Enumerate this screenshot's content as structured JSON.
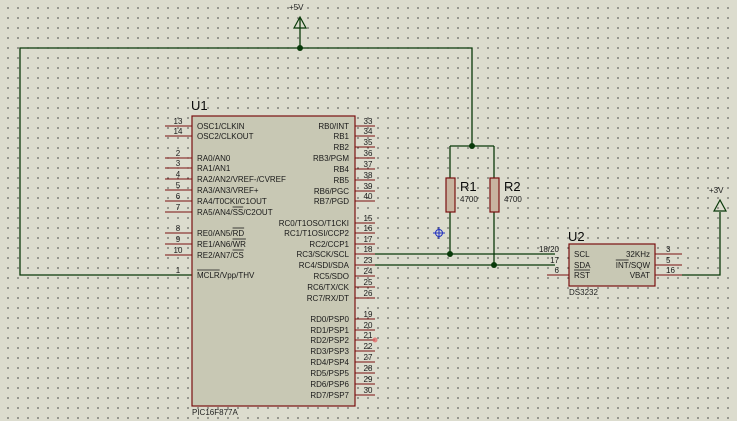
{
  "power": {
    "vcc5": "+5V",
    "vcc3": "+3V"
  },
  "u1": {
    "ref": "U1",
    "part": "PIC16F877A",
    "left_pins": [
      {
        "num": "13",
        "label": "OSC1/CLKIN"
      },
      {
        "num": "14",
        "label": "OSC2/CLKOUT"
      },
      {
        "num": "2",
        "label": "RA0/AN0"
      },
      {
        "num": "3",
        "label": "RA1/AN1"
      },
      {
        "num": "4",
        "label": "RA2/AN2/VREF-/CVREF"
      },
      {
        "num": "5",
        "label": "RA3/AN3/VREF+"
      },
      {
        "num": "6",
        "label": "RA4/T0CKI/C1OUT"
      },
      {
        "num": "7",
        "label": "RA5/AN4/SS/C2OUT"
      },
      {
        "num": "8",
        "label": "RE0/AN5/RD"
      },
      {
        "num": "9",
        "label": "RE1/AN6/WR"
      },
      {
        "num": "10",
        "label": "RE2/AN7/CS"
      },
      {
        "num": "1",
        "label": "MCLR/Vpp/THV"
      }
    ],
    "right_pins": [
      {
        "num": "33",
        "label": "RB0/INT"
      },
      {
        "num": "34",
        "label": "RB1"
      },
      {
        "num": "35",
        "label": "RB2"
      },
      {
        "num": "36",
        "label": "RB3/PGM"
      },
      {
        "num": "37",
        "label": "RB4"
      },
      {
        "num": "38",
        "label": "RB5"
      },
      {
        "num": "39",
        "label": "RB6/PGC"
      },
      {
        "num": "40",
        "label": "RB7/PGD"
      },
      {
        "num": "15",
        "label": "RC0/T1OSO/T1CKI"
      },
      {
        "num": "16",
        "label": "RC1/T1OSI/CCP2"
      },
      {
        "num": "17",
        "label": "RC2/CCP1"
      },
      {
        "num": "18",
        "label": "RC3/SCK/SCL"
      },
      {
        "num": "23",
        "label": "RC4/SDI/SDA"
      },
      {
        "num": "24",
        "label": "RC5/SDO"
      },
      {
        "num": "25",
        "label": "RC6/TX/CK"
      },
      {
        "num": "26",
        "label": "RC7/RX/DT"
      },
      {
        "num": "19",
        "label": "RD0/PSP0"
      },
      {
        "num": "20",
        "label": "RD1/PSP1"
      },
      {
        "num": "21",
        "label": "RD2/PSP2"
      },
      {
        "num": "22",
        "label": "RD3/PSP3"
      },
      {
        "num": "27",
        "label": "RD4/PSP4"
      },
      {
        "num": "28",
        "label": "RD5/PSP5"
      },
      {
        "num": "29",
        "label": "RD6/PSP6"
      },
      {
        "num": "30",
        "label": "RD7/PSP7"
      }
    ]
  },
  "u2": {
    "ref": "U2",
    "part": "DS3232",
    "left_pins": [
      {
        "num": "18/20",
        "label": "SCL"
      },
      {
        "num": "17",
        "label": "SDA"
      },
      {
        "num": "6",
        "label": "RST"
      }
    ],
    "right_pins": [
      {
        "num": "3",
        "label": "32KHz"
      },
      {
        "num": "5",
        "label": "INT/SQW"
      },
      {
        "num": "16",
        "label": "VBAT"
      }
    ]
  },
  "r1": {
    "ref": "R1",
    "value": "4700"
  },
  "r2": {
    "ref": "R2",
    "value": "4700"
  }
}
